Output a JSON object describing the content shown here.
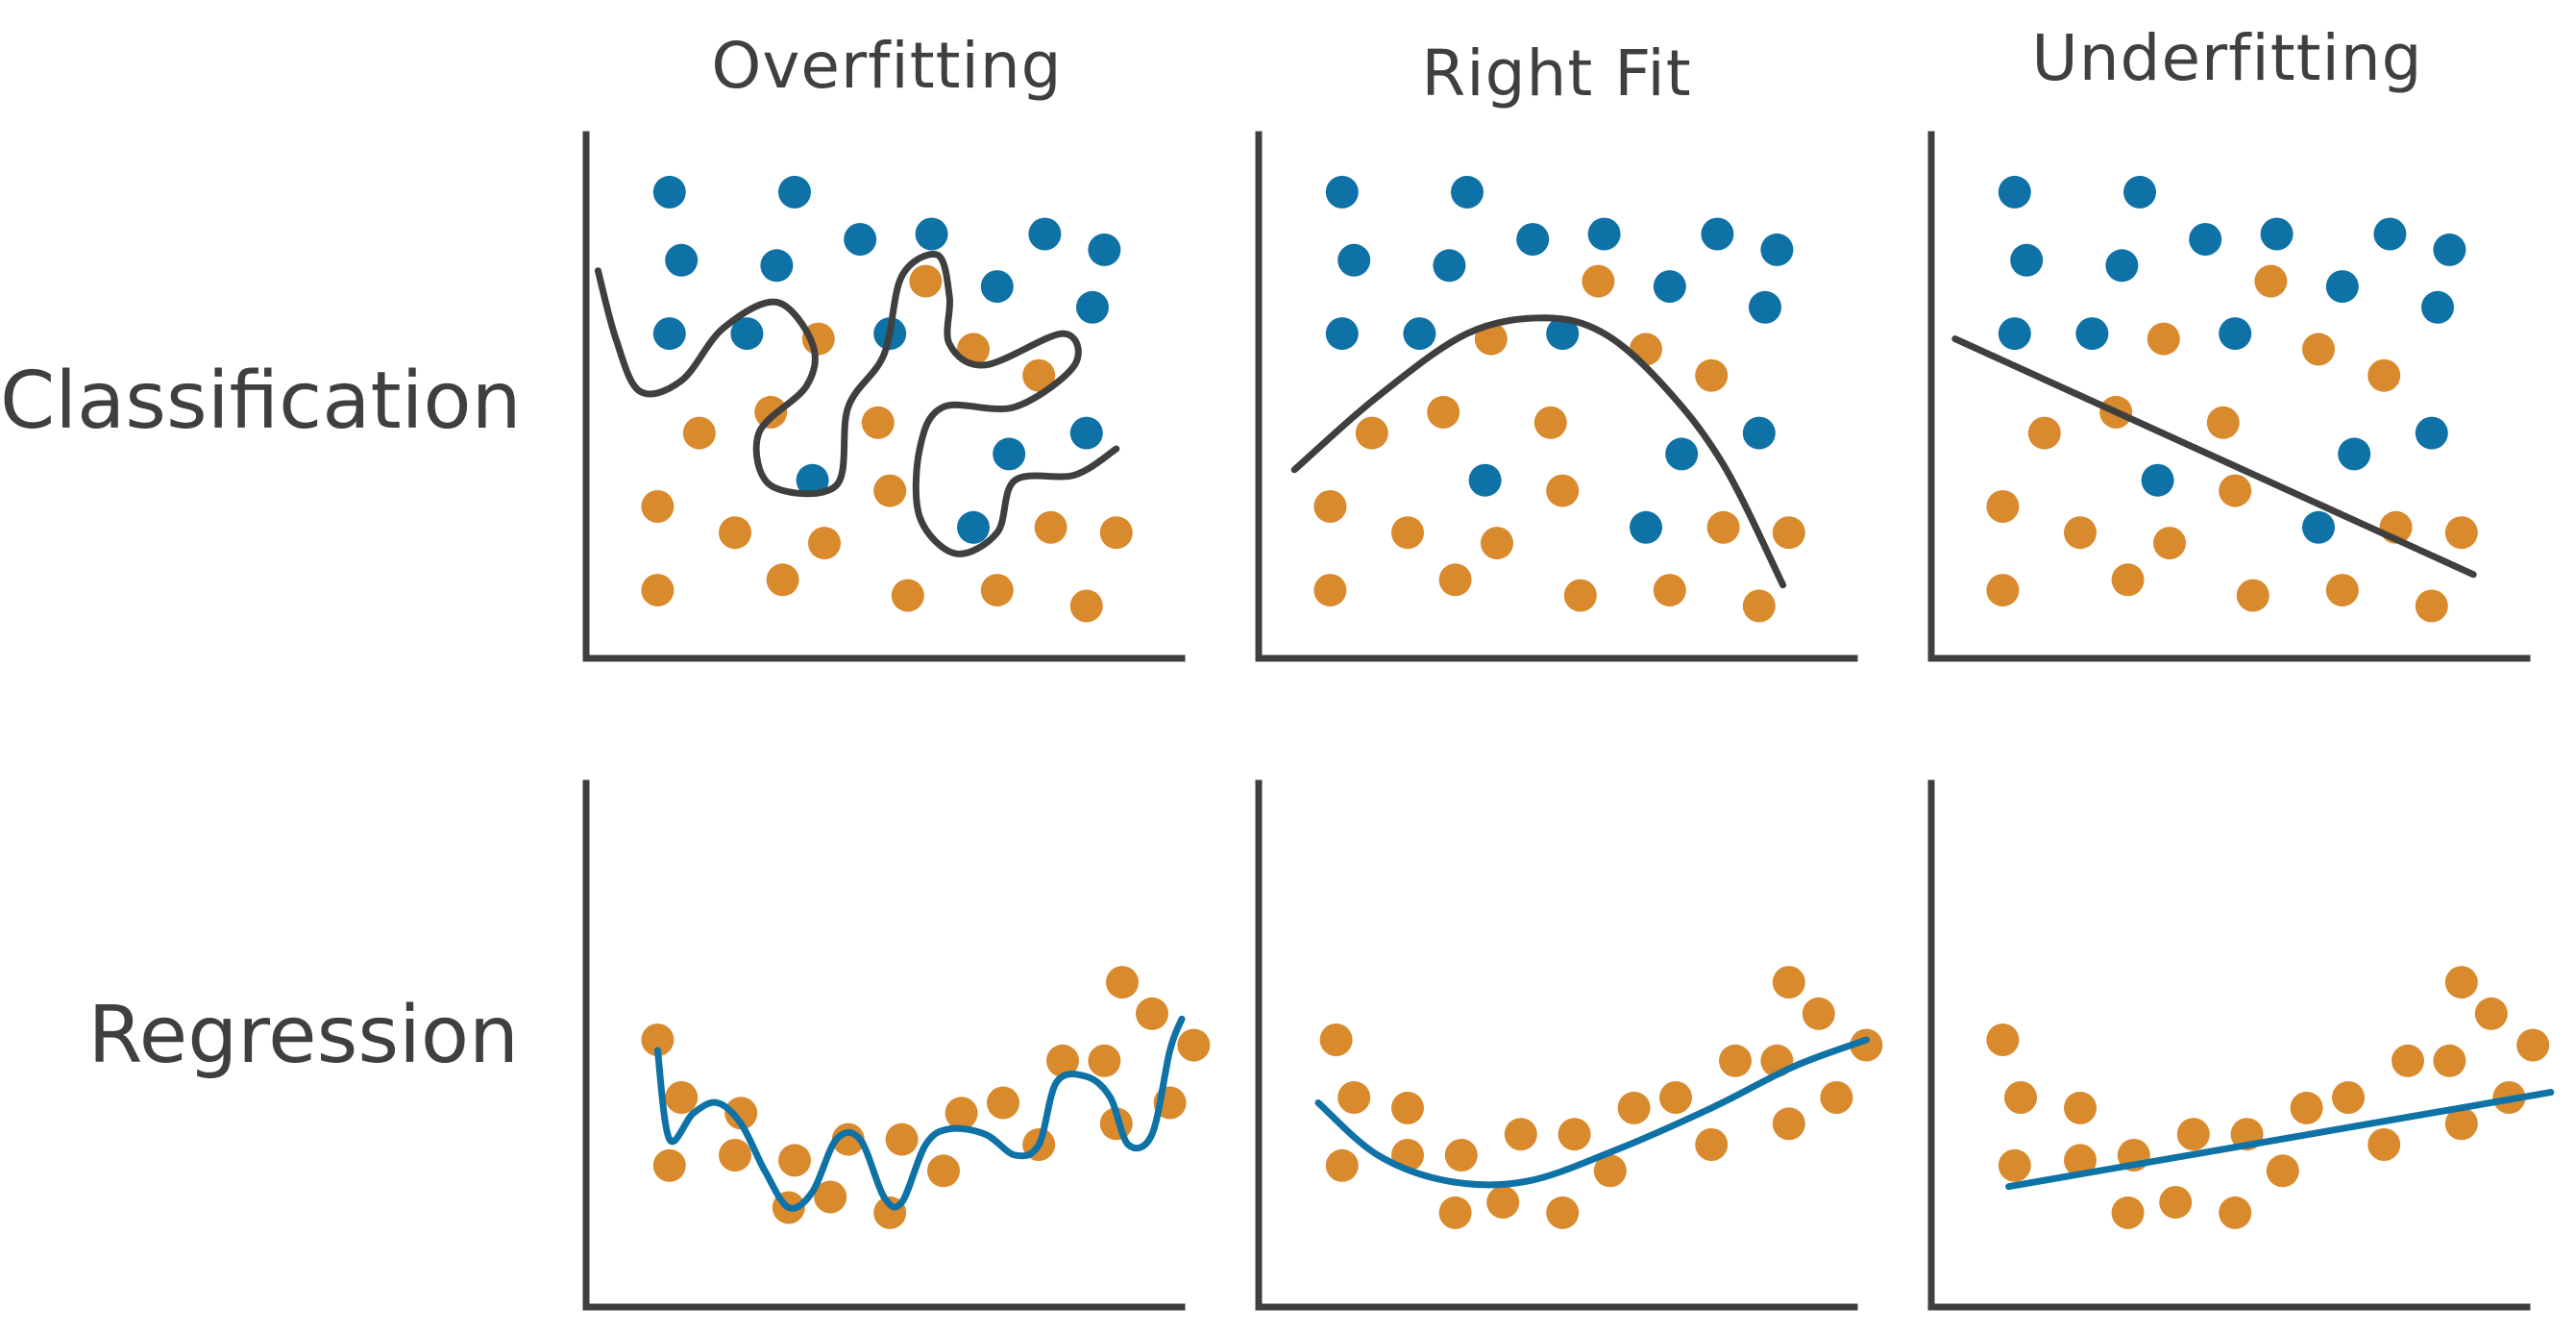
{
  "column_titles": [
    "Overfitting",
    "Right Fit",
    "Underfitting"
  ],
  "row_titles": [
    "Classification",
    "Regression"
  ],
  "colors": {
    "class_a": "#0e72a6",
    "class_b": "#d98a2c",
    "boundary": "#3f3f3f",
    "regression_fit": "#0e72a6",
    "axis": "#3f3f3f"
  },
  "chart_data": [
    {
      "type": "scatter",
      "row": "Classification",
      "column": "Overfitting",
      "fit": "wiggly-boundary",
      "xlim": [
        0,
        100
      ],
      "ylim": [
        0,
        100
      ],
      "points": [
        {
          "x": 14,
          "y": 89,
          "cls": "a"
        },
        {
          "x": 35,
          "y": 89,
          "cls": "a"
        },
        {
          "x": 16,
          "y": 76,
          "cls": "a"
        },
        {
          "x": 32,
          "y": 75,
          "cls": "a"
        },
        {
          "x": 46,
          "y": 80,
          "cls": "a"
        },
        {
          "x": 58,
          "y": 81,
          "cls": "a"
        },
        {
          "x": 77,
          "y": 81,
          "cls": "a"
        },
        {
          "x": 87,
          "y": 78,
          "cls": "a"
        },
        {
          "x": 69,
          "y": 71,
          "cls": "a"
        },
        {
          "x": 85,
          "y": 67,
          "cls": "a"
        },
        {
          "x": 14,
          "y": 62,
          "cls": "a"
        },
        {
          "x": 27,
          "y": 62,
          "cls": "a"
        },
        {
          "x": 51,
          "y": 62,
          "cls": "a"
        },
        {
          "x": 71,
          "y": 39,
          "cls": "a"
        },
        {
          "x": 84,
          "y": 43,
          "cls": "a"
        },
        {
          "x": 38,
          "y": 34,
          "cls": "a"
        },
        {
          "x": 65,
          "y": 25,
          "cls": "a"
        },
        {
          "x": 57,
          "y": 72,
          "cls": "b"
        },
        {
          "x": 39,
          "y": 61,
          "cls": "b"
        },
        {
          "x": 65,
          "y": 59,
          "cls": "b"
        },
        {
          "x": 76,
          "y": 54,
          "cls": "b"
        },
        {
          "x": 31,
          "y": 47,
          "cls": "b"
        },
        {
          "x": 49,
          "y": 45,
          "cls": "b"
        },
        {
          "x": 19,
          "y": 43,
          "cls": "b"
        },
        {
          "x": 51,
          "y": 32,
          "cls": "b"
        },
        {
          "x": 12,
          "y": 29,
          "cls": "b"
        },
        {
          "x": 25,
          "y": 24,
          "cls": "b"
        },
        {
          "x": 40,
          "y": 22,
          "cls": "b"
        },
        {
          "x": 78,
          "y": 25,
          "cls": "b"
        },
        {
          "x": 89,
          "y": 24,
          "cls": "b"
        },
        {
          "x": 12,
          "y": 13,
          "cls": "b"
        },
        {
          "x": 33,
          "y": 15,
          "cls": "b"
        },
        {
          "x": 54,
          "y": 12,
          "cls": "b"
        },
        {
          "x": 69,
          "y": 13,
          "cls": "b"
        },
        {
          "x": 84,
          "y": 10,
          "cls": "b"
        }
      ],
      "curve": [
        [
          2,
          74
        ],
        [
          5,
          61
        ],
        [
          9,
          51
        ],
        [
          16,
          53
        ],
        [
          23,
          63
        ],
        [
          32,
          68
        ],
        [
          38,
          60
        ],
        [
          37,
          52
        ],
        [
          29,
          43
        ],
        [
          31,
          33
        ],
        [
          42,
          33
        ],
        [
          44,
          48
        ],
        [
          50,
          58
        ],
        [
          53,
          73
        ],
        [
          59,
          77
        ],
        [
          61,
          69
        ],
        [
          61,
          60
        ],
        [
          67,
          56
        ],
        [
          80,
          62
        ],
        [
          82,
          56
        ],
        [
          72,
          48
        ],
        [
          60,
          48
        ],
        [
          56,
          40
        ],
        [
          56,
          27
        ],
        [
          62,
          20
        ],
        [
          69,
          24
        ],
        [
          72,
          34
        ],
        [
          82,
          35
        ],
        [
          89,
          40
        ]
      ]
    },
    {
      "type": "scatter",
      "row": "Classification",
      "column": "Right Fit",
      "fit": "smooth-curve-boundary",
      "xlim": [
        0,
        100
      ],
      "ylim": [
        0,
        100
      ],
      "points": [
        {
          "x": 14,
          "y": 89,
          "cls": "a"
        },
        {
          "x": 35,
          "y": 89,
          "cls": "a"
        },
        {
          "x": 16,
          "y": 76,
          "cls": "a"
        },
        {
          "x": 32,
          "y": 75,
          "cls": "a"
        },
        {
          "x": 46,
          "y": 80,
          "cls": "a"
        },
        {
          "x": 58,
          "y": 81,
          "cls": "a"
        },
        {
          "x": 77,
          "y": 81,
          "cls": "a"
        },
        {
          "x": 87,
          "y": 78,
          "cls": "a"
        },
        {
          "x": 69,
          "y": 71,
          "cls": "a"
        },
        {
          "x": 85,
          "y": 67,
          "cls": "a"
        },
        {
          "x": 14,
          "y": 62,
          "cls": "a"
        },
        {
          "x": 27,
          "y": 62,
          "cls": "a"
        },
        {
          "x": 51,
          "y": 62,
          "cls": "a"
        },
        {
          "x": 71,
          "y": 39,
          "cls": "a"
        },
        {
          "x": 84,
          "y": 43,
          "cls": "a"
        },
        {
          "x": 38,
          "y": 34,
          "cls": "a"
        },
        {
          "x": 65,
          "y": 25,
          "cls": "a"
        },
        {
          "x": 57,
          "y": 72,
          "cls": "b"
        },
        {
          "x": 39,
          "y": 61,
          "cls": "b"
        },
        {
          "x": 65,
          "y": 59,
          "cls": "b"
        },
        {
          "x": 76,
          "y": 54,
          "cls": "b"
        },
        {
          "x": 31,
          "y": 47,
          "cls": "b"
        },
        {
          "x": 49,
          "y": 45,
          "cls": "b"
        },
        {
          "x": 19,
          "y": 43,
          "cls": "b"
        },
        {
          "x": 51,
          "y": 32,
          "cls": "b"
        },
        {
          "x": 12,
          "y": 29,
          "cls": "b"
        },
        {
          "x": 25,
          "y": 24,
          "cls": "b"
        },
        {
          "x": 40,
          "y": 22,
          "cls": "b"
        },
        {
          "x": 78,
          "y": 25,
          "cls": "b"
        },
        {
          "x": 89,
          "y": 24,
          "cls": "b"
        },
        {
          "x": 12,
          "y": 13,
          "cls": "b"
        },
        {
          "x": 33,
          "y": 15,
          "cls": "b"
        },
        {
          "x": 54,
          "y": 12,
          "cls": "b"
        },
        {
          "x": 69,
          "y": 13,
          "cls": "b"
        },
        {
          "x": 84,
          "y": 10,
          "cls": "b"
        }
      ],
      "curve": [
        [
          6,
          36
        ],
        [
          20,
          50
        ],
        [
          35,
          62
        ],
        [
          48,
          65
        ],
        [
          58,
          62
        ],
        [
          68,
          52
        ],
        [
          78,
          37
        ],
        [
          88,
          14
        ]
      ]
    },
    {
      "type": "scatter",
      "row": "Classification",
      "column": "Underfitting",
      "fit": "linear-boundary",
      "xlim": [
        0,
        100
      ],
      "ylim": [
        0,
        100
      ],
      "points": [
        {
          "x": 14,
          "y": 89,
          "cls": "a"
        },
        {
          "x": 35,
          "y": 89,
          "cls": "a"
        },
        {
          "x": 16,
          "y": 76,
          "cls": "a"
        },
        {
          "x": 32,
          "y": 75,
          "cls": "a"
        },
        {
          "x": 46,
          "y": 80,
          "cls": "a"
        },
        {
          "x": 58,
          "y": 81,
          "cls": "a"
        },
        {
          "x": 77,
          "y": 81,
          "cls": "a"
        },
        {
          "x": 87,
          "y": 78,
          "cls": "a"
        },
        {
          "x": 69,
          "y": 71,
          "cls": "a"
        },
        {
          "x": 85,
          "y": 67,
          "cls": "a"
        },
        {
          "x": 14,
          "y": 62,
          "cls": "a"
        },
        {
          "x": 27,
          "y": 62,
          "cls": "a"
        },
        {
          "x": 51,
          "y": 62,
          "cls": "a"
        },
        {
          "x": 71,
          "y": 39,
          "cls": "a"
        },
        {
          "x": 84,
          "y": 43,
          "cls": "a"
        },
        {
          "x": 38,
          "y": 34,
          "cls": "a"
        },
        {
          "x": 65,
          "y": 25,
          "cls": "a"
        },
        {
          "x": 57,
          "y": 72,
          "cls": "b"
        },
        {
          "x": 39,
          "y": 61,
          "cls": "b"
        },
        {
          "x": 65,
          "y": 59,
          "cls": "b"
        },
        {
          "x": 76,
          "y": 54,
          "cls": "b"
        },
        {
          "x": 31,
          "y": 47,
          "cls": "b"
        },
        {
          "x": 49,
          "y": 45,
          "cls": "b"
        },
        {
          "x": 19,
          "y": 43,
          "cls": "b"
        },
        {
          "x": 51,
          "y": 32,
          "cls": "b"
        },
        {
          "x": 12,
          "y": 29,
          "cls": "b"
        },
        {
          "x": 25,
          "y": 24,
          "cls": "b"
        },
        {
          "x": 40,
          "y": 22,
          "cls": "b"
        },
        {
          "x": 78,
          "y": 25,
          "cls": "b"
        },
        {
          "x": 89,
          "y": 24,
          "cls": "b"
        },
        {
          "x": 12,
          "y": 13,
          "cls": "b"
        },
        {
          "x": 33,
          "y": 15,
          "cls": "b"
        },
        {
          "x": 54,
          "y": 12,
          "cls": "b"
        },
        {
          "x": 69,
          "y": 13,
          "cls": "b"
        },
        {
          "x": 84,
          "y": 10,
          "cls": "b"
        }
      ],
      "curve": [
        [
          4,
          61
        ],
        [
          91,
          16
        ]
      ]
    },
    {
      "type": "scatter",
      "row": "Regression",
      "column": "Overfitting",
      "fit": "wiggly-curve",
      "xlim": [
        0,
        100
      ],
      "ylim": [
        0,
        100
      ],
      "points": [
        {
          "x": 12,
          "y": 51
        },
        {
          "x": 16,
          "y": 40
        },
        {
          "x": 14,
          "y": 27
        },
        {
          "x": 26,
          "y": 37
        },
        {
          "x": 25,
          "y": 29
        },
        {
          "x": 34,
          "y": 19
        },
        {
          "x": 35,
          "y": 28
        },
        {
          "x": 41,
          "y": 21
        },
        {
          "x": 44,
          "y": 32
        },
        {
          "x": 51,
          "y": 18
        },
        {
          "x": 53,
          "y": 32
        },
        {
          "x": 60,
          "y": 26
        },
        {
          "x": 63,
          "y": 37
        },
        {
          "x": 70,
          "y": 39
        },
        {
          "x": 76,
          "y": 31
        },
        {
          "x": 80,
          "y": 47
        },
        {
          "x": 87,
          "y": 47
        },
        {
          "x": 89,
          "y": 35
        },
        {
          "x": 90,
          "y": 62
        },
        {
          "x": 95,
          "y": 56
        },
        {
          "x": 98,
          "y": 39
        },
        {
          "x": 102,
          "y": 50
        }
      ],
      "curve": [
        [
          12,
          49
        ],
        [
          14,
          32
        ],
        [
          18,
          37
        ],
        [
          22,
          39
        ],
        [
          26,
          35
        ],
        [
          30,
          26
        ],
        [
          34,
          19
        ],
        [
          38,
          22
        ],
        [
          42,
          32
        ],
        [
          46,
          32
        ],
        [
          50,
          21
        ],
        [
          53,
          20
        ],
        [
          57,
          31
        ],
        [
          61,
          34
        ],
        [
          67,
          33
        ],
        [
          72,
          29
        ],
        [
          76,
          31
        ],
        [
          79,
          43
        ],
        [
          84,
          44
        ],
        [
          88,
          40
        ],
        [
          91,
          31
        ],
        [
          95,
          33
        ],
        [
          98,
          49
        ],
        [
          100,
          55
        ]
      ]
    },
    {
      "type": "scatter",
      "row": "Regression",
      "column": "Right Fit",
      "fit": "quadratic-curve",
      "xlim": [
        0,
        100
      ],
      "ylim": [
        0,
        100
      ],
      "points": [
        {
          "x": 13,
          "y": 51
        },
        {
          "x": 16,
          "y": 40
        },
        {
          "x": 14,
          "y": 27
        },
        {
          "x": 25,
          "y": 38
        },
        {
          "x": 25,
          "y": 29
        },
        {
          "x": 33,
          "y": 18
        },
        {
          "x": 34,
          "y": 29
        },
        {
          "x": 41,
          "y": 20
        },
        {
          "x": 44,
          "y": 33
        },
        {
          "x": 51,
          "y": 18
        },
        {
          "x": 53,
          "y": 33
        },
        {
          "x": 59,
          "y": 26
        },
        {
          "x": 63,
          "y": 38
        },
        {
          "x": 70,
          "y": 40
        },
        {
          "x": 76,
          "y": 31
        },
        {
          "x": 80,
          "y": 47
        },
        {
          "x": 87,
          "y": 47
        },
        {
          "x": 89,
          "y": 35
        },
        {
          "x": 89,
          "y": 62
        },
        {
          "x": 94,
          "y": 56
        },
        {
          "x": 97,
          "y": 40
        },
        {
          "x": 102,
          "y": 50
        }
      ],
      "curve": [
        [
          10,
          39
        ],
        [
          20,
          29
        ],
        [
          32,
          24
        ],
        [
          45,
          24
        ],
        [
          60,
          30
        ],
        [
          76,
          38
        ],
        [
          90,
          46
        ],
        [
          102,
          51
        ]
      ]
    },
    {
      "type": "scatter",
      "row": "Regression",
      "column": "Underfitting",
      "fit": "linear-fit",
      "xlim": [
        0,
        100
      ],
      "ylim": [
        0,
        100
      ],
      "points": [
        {
          "x": 12,
          "y": 51
        },
        {
          "x": 15,
          "y": 40
        },
        {
          "x": 14,
          "y": 27
        },
        {
          "x": 25,
          "y": 38
        },
        {
          "x": 25,
          "y": 28
        },
        {
          "x": 33,
          "y": 18
        },
        {
          "x": 34,
          "y": 29
        },
        {
          "x": 41,
          "y": 20
        },
        {
          "x": 44,
          "y": 33
        },
        {
          "x": 51,
          "y": 18
        },
        {
          "x": 53,
          "y": 33
        },
        {
          "x": 59,
          "y": 26
        },
        {
          "x": 63,
          "y": 38
        },
        {
          "x": 70,
          "y": 40
        },
        {
          "x": 76,
          "y": 31
        },
        {
          "x": 80,
          "y": 47
        },
        {
          "x": 87,
          "y": 47
        },
        {
          "x": 89,
          "y": 35
        },
        {
          "x": 89,
          "y": 62
        },
        {
          "x": 94,
          "y": 56
        },
        {
          "x": 97,
          "y": 40
        },
        {
          "x": 101,
          "y": 50
        }
      ],
      "curve": [
        [
          13,
          23
        ],
        [
          104,
          41
        ]
      ]
    }
  ]
}
